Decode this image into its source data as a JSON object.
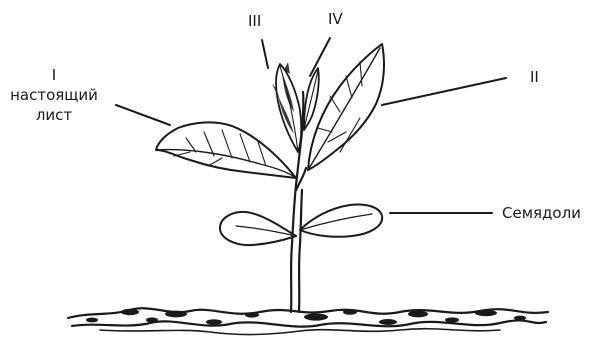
{
  "labels": {
    "leaf_1_numeral": "I",
    "leaf_1_line1": "настоящий",
    "leaf_1_line2": "лист",
    "leaf_2_numeral": "II",
    "leaf_3_numeral": "III",
    "leaf_4_numeral": "IV",
    "cotyledons": "Семядоли"
  },
  "colors": {
    "ink": "#1a1a1a",
    "background": "#ffffff"
  }
}
